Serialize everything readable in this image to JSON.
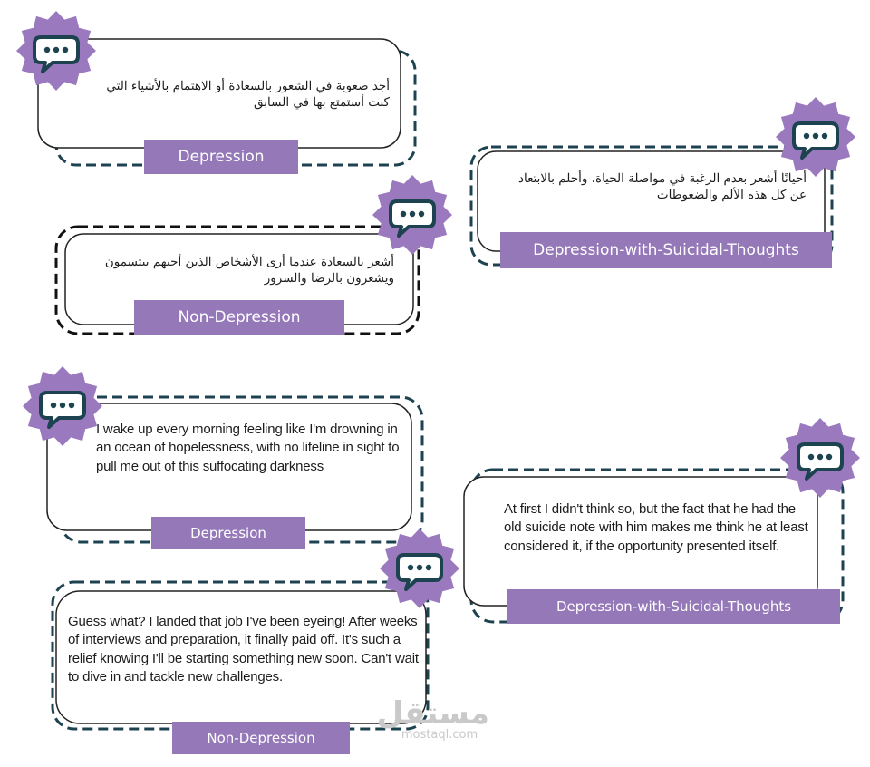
{
  "colors": {
    "label_bg": "#9578b8",
    "badge": "#9b79be",
    "dash": "#1d4350",
    "border": "#222222",
    "icon_ink": "#1d4350"
  },
  "icons": {
    "badge": "speech-bubble-icon"
  },
  "cards": [
    {
      "text": "أجد صعوبة في الشعور بالسعادة أو الاهتمام بالأشياء التي كنت أستمتع بها في السابق",
      "label": "Depression"
    },
    {
      "text": "أحيانًا أشعر بعدم الرغبة في مواصلة الحياة، وأحلم بالابتعاد عن كل هذه الألم والضغوطات",
      "label": "Depression-with-Suicidal-Thoughts"
    },
    {
      "text": "أشعر بالسعادة عندما أرى الأشخاص الذين أحبهم يبتسمون ويشعرون بالرضا والسرور",
      "label": "Non-Depression"
    },
    {
      "text": "I wake up every morning feeling like I'm drowning in an ocean of hopelessness, with no lifeline in sight to pull me out of this suffocating darkness",
      "label": "Depression"
    },
    {
      "text": "At first I didn't think so, but the fact that he had the old suicide note with him makes me think he at least considered it, if the opportunity presented itself.",
      "label": "Depression-with-Suicidal-Thoughts"
    },
    {
      "text": "Guess what? I landed that job I've been eyeing! After weeks of interviews and preparation, it finally paid off. It's such a relief knowing I'll be starting something new soon. Can't wait to dive in and tackle new challenges.",
      "label": "Non-Depression"
    }
  ],
  "watermark": {
    "arabic": "مستقل",
    "latin": "mostaql.com"
  }
}
